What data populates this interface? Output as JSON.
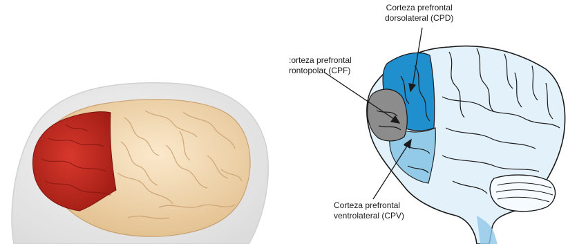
{
  "labels": {
    "dlpfc": {
      "line1": "Corteza prefrontal",
      "line2": "dorsolateral (CPD)"
    },
    "fppfc": {
      "line1": ":orteza prefrontal",
      "line2": "rontopolar (CPF)"
    },
    "vlpfc": {
      "line1": "Corteza prefrontal",
      "line2": "ventrolateral (CPV)"
    }
  },
  "colors": {
    "prefrontal_highlight": "#c0281e",
    "brain_tissue": "#f2d9b0",
    "head_outline": "#d9d9d9",
    "dorsolateral": "#1f8fce",
    "frontopolar": "#8c8c8c",
    "ventrolateral": "#8fc8e8",
    "brain_fill": "#e3f1fa",
    "outline": "#1a1a1a"
  }
}
